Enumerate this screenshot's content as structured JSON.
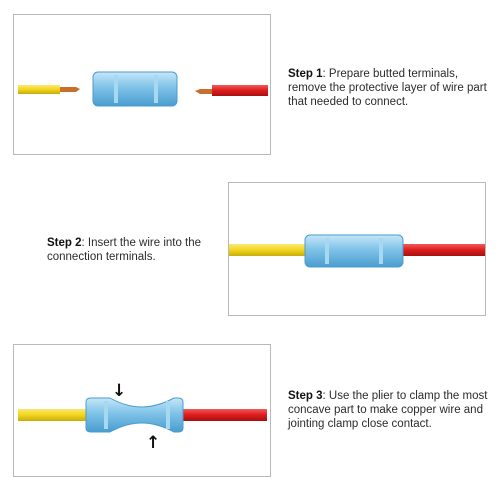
{
  "steps": [
    {
      "label": "Step 1",
      "text": ": Prepare butted terminals, remove the protective layer of wire part that needed to connect."
    },
    {
      "label": "Step 2",
      "text": ": Insert the wire into the connection terminals."
    },
    {
      "label": "Step 3",
      "text": ": Use the plier to clamp the most concave part to make copper wire and jointing clamp close contact."
    }
  ],
  "arrows": {
    "down": "↓",
    "up": "↑"
  },
  "colors": {
    "yellow_wire": "#f2d51c",
    "red_wire": "#dd1c1c",
    "copper": "#c96f2e",
    "terminal": "#7fc3e8",
    "terminal_dark": "#4a9ccf",
    "frame_border": "#b9b9b9"
  },
  "icons": [
    "down-arrow-icon",
    "up-arrow-icon"
  ]
}
